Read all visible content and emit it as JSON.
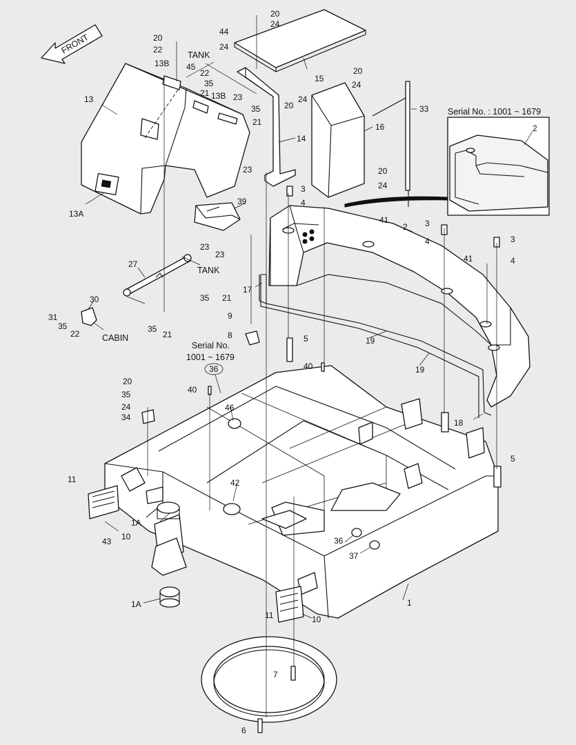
{
  "diagram": {
    "front_label": "FRONT",
    "inset_note": "Serial No. : 1001 ~ 1679",
    "serial_note_line1": "Serial No.",
    "serial_note_line2": "1001 ~ 1679",
    "flow_labels": {
      "tank_top": "TANK",
      "tank_mid": "TANK",
      "cabin": "CABIN"
    },
    "callouts": {
      "c20a": "20",
      "c24a": "24",
      "c44": "44",
      "c24b": "24",
      "c15": "15",
      "c20b": "20",
      "c22a": "22",
      "c13B_a": "13B",
      "c45": "45",
      "c22b": "22",
      "c35a": "35",
      "c21a": "21",
      "c13B_b": "13B",
      "c35b": "35",
      "c21b": "21",
      "c13": "13",
      "c23a": "23",
      "c14": "14",
      "c20c": "20",
      "c24c": "24",
      "c24d": "24",
      "c20d": "20",
      "c16": "16",
      "c33": "33",
      "c20e": "20",
      "c24e": "24",
      "c23b": "23",
      "c3a": "3",
      "c4a": "4",
      "c13A": "13A",
      "c39": "39",
      "c23c": "23",
      "c23d": "23",
      "c41a": "41",
      "c2main": "2",
      "c3b": "3",
      "c4b": "4",
      "c3c": "3",
      "c4c": "4",
      "c41b": "41",
      "c2inset": "2",
      "c27": "27",
      "c35c": "35",
      "c21c": "21",
      "c17": "17",
      "c30": "30",
      "c31": "31",
      "c35d": "35",
      "c22c": "22",
      "c35e": "35",
      "c21d": "21",
      "c9": "9",
      "c8": "8",
      "c5a": "5",
      "c19a": "19",
      "c19b": "19",
      "c40a": "40",
      "c36a": "36",
      "c20f": "20",
      "c35f": "35",
      "c40b": "40",
      "c24f": "24",
      "c34": "34",
      "c46": "46",
      "c18": "18",
      "c5b": "5",
      "c11a": "11",
      "c42": "42",
      "c1A_a": "1A",
      "c10a": "10",
      "c43": "43",
      "c36b": "36",
      "c37": "37",
      "c1": "1",
      "c1A_b": "1A",
      "c11b": "11",
      "c10b": "10",
      "c7": "7",
      "c6": "6"
    }
  }
}
